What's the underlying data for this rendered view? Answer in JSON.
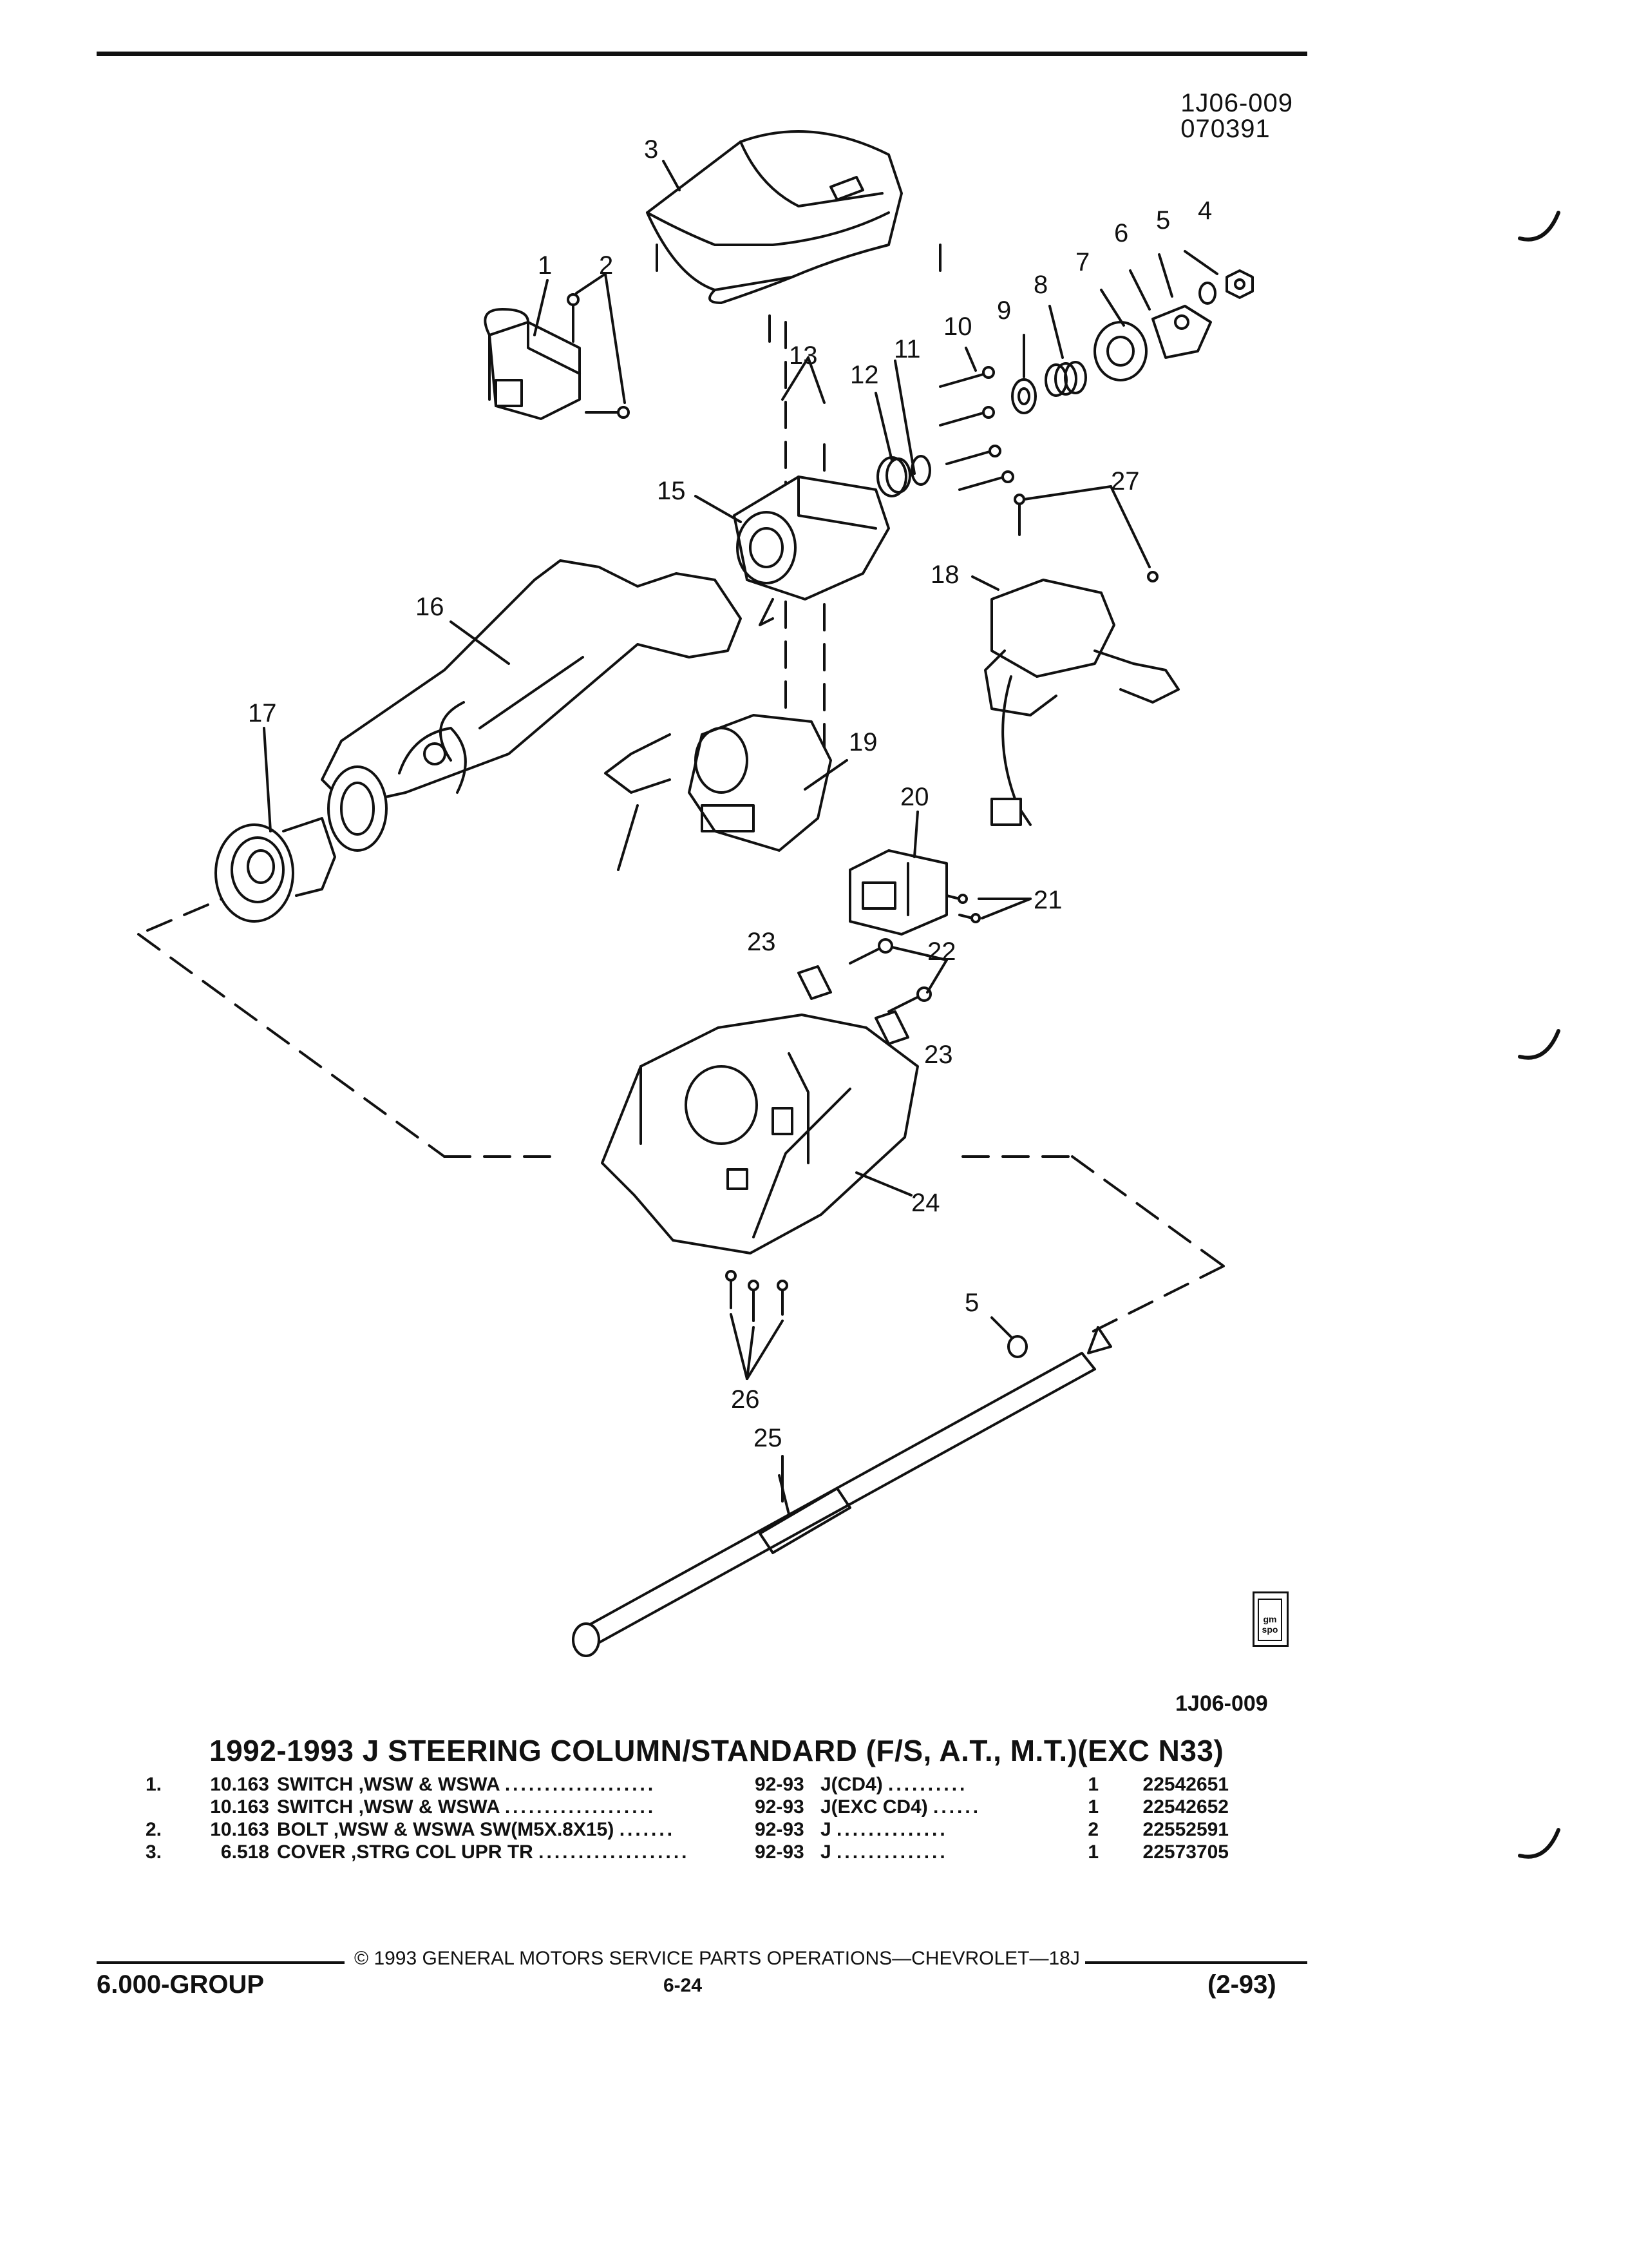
{
  "header": {
    "drawing_code": "1J06-009",
    "drawing_date": "070391"
  },
  "diagram": {
    "callouts": [
      "1",
      "2",
      "3",
      "4",
      "5",
      "6",
      "7",
      "8",
      "9",
      "10",
      "11",
      "12",
      "13",
      "15",
      "16",
      "17",
      "18",
      "19",
      "20",
      "21",
      "22",
      "23",
      "23",
      "24",
      "5",
      "26",
      "25",
      "27"
    ],
    "logo_text": "gm spo"
  },
  "figure_id": "1J06-009",
  "section_title": "1992-1993 J STEERING COLUMN/STANDARD (F/S, A.T., M.T.)(EXC N33)",
  "parts": [
    {
      "num": "1.",
      "group": "10.163",
      "desc": "SWITCH ,WSW & WSWA",
      "years": "92-93",
      "models": "J(CD4)",
      "qty": "1",
      "part_no": "22542651"
    },
    {
      "num": "",
      "group": "10.163",
      "desc": "SWITCH ,WSW & WSWA",
      "years": "92-93",
      "models": "J(EXC CD4)",
      "qty": "1",
      "part_no": "22542652"
    },
    {
      "num": "2.",
      "group": "10.163",
      "desc": "BOLT ,WSW & WSWA SW(M5X.8X15)",
      "years": "92-93",
      "models": "J",
      "qty": "2",
      "part_no": "22552591"
    },
    {
      "num": "3.",
      "group": "6.518",
      "desc": "COVER ,STRG COL UPR TR",
      "years": "92-93",
      "models": "J",
      "qty": "1",
      "part_no": "22573705"
    }
  ],
  "footer": {
    "copyright": "© 1993 GENERAL MOTORS SERVICE PARTS OPERATIONS—CHEVROLET—18J",
    "group": "6.000-GROUP",
    "page": "6-24",
    "edition": "(2-93)"
  }
}
